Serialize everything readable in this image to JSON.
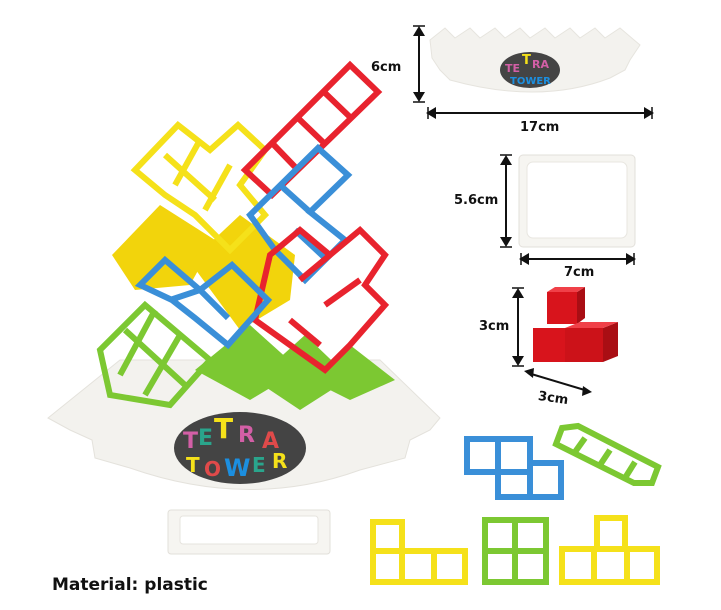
{
  "product": {
    "name_logo_lines": [
      "TETRA",
      "TOWER"
    ],
    "material_label": "Material: plastic"
  },
  "dimensions": {
    "base_plate": {
      "height_label": "6cm",
      "width_label": "17cm"
    },
    "stand": {
      "height_label": "5.6cm",
      "width_label": "7cm"
    },
    "block": {
      "height_label": "3cm",
      "depth_label": "3cm"
    }
  },
  "colors": {
    "yellow": "#f5e11a",
    "red": "#e8232e",
    "blue": "#3a8fd8",
    "green": "#7cc832",
    "white_plate": "#f3f2ee",
    "block_red": "#d8141c"
  },
  "sample_pieces": [
    {
      "shape": "S",
      "color": "blue"
    },
    {
      "shape": "I",
      "color": "green"
    },
    {
      "shape": "L",
      "color": "yellow"
    },
    {
      "shape": "O",
      "color": "green"
    },
    {
      "shape": "T",
      "color": "yellow"
    }
  ]
}
